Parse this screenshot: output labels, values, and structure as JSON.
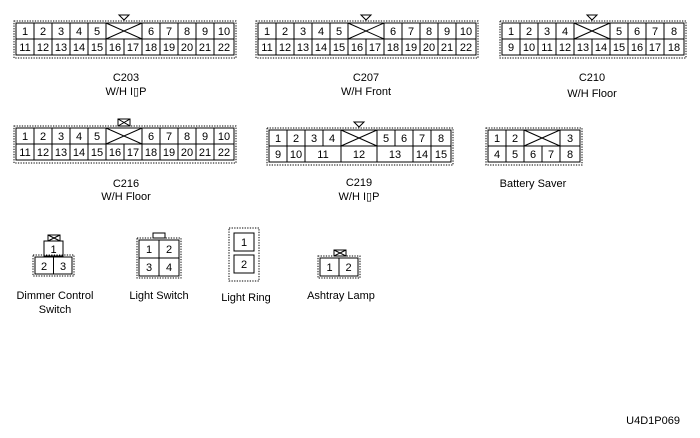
{
  "connectors": {
    "c203": {
      "row1": [
        "1",
        "2",
        "3",
        "4",
        "5",
        "6",
        "7",
        "8",
        "9",
        "10"
      ],
      "row2": [
        "11",
        "12",
        "13",
        "14",
        "15",
        "16",
        "17",
        "18",
        "19",
        "20",
        "21",
        "22"
      ],
      "name": "C203",
      "harness": "W/H I▯P"
    },
    "c207": {
      "row1": [
        "1",
        "2",
        "3",
        "4",
        "5",
        "6",
        "7",
        "8",
        "9",
        "10"
      ],
      "row2": [
        "11",
        "12",
        "13",
        "14",
        "15",
        "16",
        "17",
        "18",
        "19",
        "20",
        "21",
        "22"
      ],
      "name": "C207",
      "harness": "W/H Front"
    },
    "c210": {
      "row1": [
        "1",
        "2",
        "3",
        "4",
        "5",
        "6",
        "7",
        "8"
      ],
      "row2": [
        "9",
        "10",
        "11",
        "12",
        "13",
        "14",
        "15",
        "16",
        "17",
        "18"
      ],
      "name": "C210",
      "harness": "W/H Floor"
    },
    "c216": {
      "row1": [
        "1",
        "2",
        "3",
        "4",
        "5",
        "6",
        "7",
        "8",
        "9",
        "10"
      ],
      "row2": [
        "11",
        "12",
        "13",
        "14",
        "15",
        "16",
        "17",
        "18",
        "19",
        "20",
        "21",
        "22"
      ],
      "name": "C216",
      "harness": "W/H Floor"
    },
    "c219": {
      "row1": [
        "1",
        "2",
        "3",
        "4",
        "5",
        "6",
        "7",
        "8"
      ],
      "row2": [
        "9",
        "10",
        "11",
        "12",
        "13",
        "14",
        "15"
      ],
      "name": "C219",
      "harness": "W/H I▯P"
    },
    "battery_saver": {
      "row1": [
        "1",
        "2",
        "3"
      ],
      "row2": [
        "4",
        "5",
        "6",
        "7",
        "8"
      ],
      "name": "Battery Saver"
    },
    "dimmer": {
      "row1": [
        "1"
      ],
      "row2": [
        "2",
        "3"
      ],
      "name_line1": "Dimmer Control",
      "name_line2": "Switch"
    },
    "light_switch": {
      "row1": [
        "1",
        "2"
      ],
      "row2": [
        "3",
        "4"
      ],
      "name": "Light Switch"
    },
    "light_ring": {
      "pins": [
        "1",
        "2"
      ],
      "name": "Light Ring"
    },
    "ashtray": {
      "pins": [
        "1",
        "2"
      ],
      "name": "Ashtray Lamp"
    }
  },
  "figure_code": "U4D1P069"
}
